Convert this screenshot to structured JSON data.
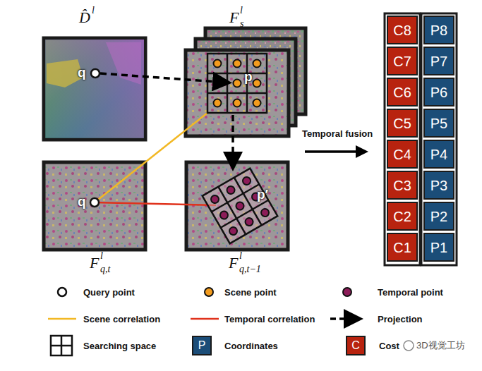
{
  "diagram": {
    "nodes": [
      {
        "text": [
          "C8"
        ]
      },
      {
        "text": [
          "P8"
        ]
      },
      {
        "text": [
          "C7"
        ]
      },
      {
        "text": [
          "P7"
        ]
      },
      {
        "text": [
          "C6"
        ]
      },
      {
        "text": [
          "P6"
        ]
      },
      {
        "text": [
          "C5"
        ]
      },
      {
        "text": [
          "P5"
        ]
      },
      {
        "text": [
          "C4"
        ]
      },
      {
        "text": [
          "P4"
        ]
      },
      {
        "text": [
          "C3"
        ]
      },
      {
        "text": [
          "P3"
        ]
      },
      {
        "text": [
          "C2"
        ]
      },
      {
        "text": [
          "P2"
        ]
      },
      {
        "text": [
          "C1"
        ]
      },
      {
        "text": [
          "P1"
        ]
      }
    ],
    "labels": [
      "D̂",
      "l",
      "F",
      "l",
      "s",
      "q",
      "p",
      "q",
      "p′",
      "F",
      "l",
      "q,t",
      "F",
      "l",
      "q,t−1",
      "Temporal fusion",
      "P",
      "C",
      "3D视觉工坊"
    ],
    "legend": [
      {
        "text": "Query point"
      },
      {
        "text": "Scene point"
      },
      {
        "text": "Temporal point"
      },
      {
        "text": "Scene correlation"
      },
      {
        "text": "Temporal correlation"
      },
      {
        "text": "Projection"
      },
      {
        "text": "Searching space"
      },
      {
        "text": "Coordinates",
        "color": "#1b4d78"
      },
      {
        "text": "Cost",
        "color": "#b8230f"
      }
    ]
  }
}
